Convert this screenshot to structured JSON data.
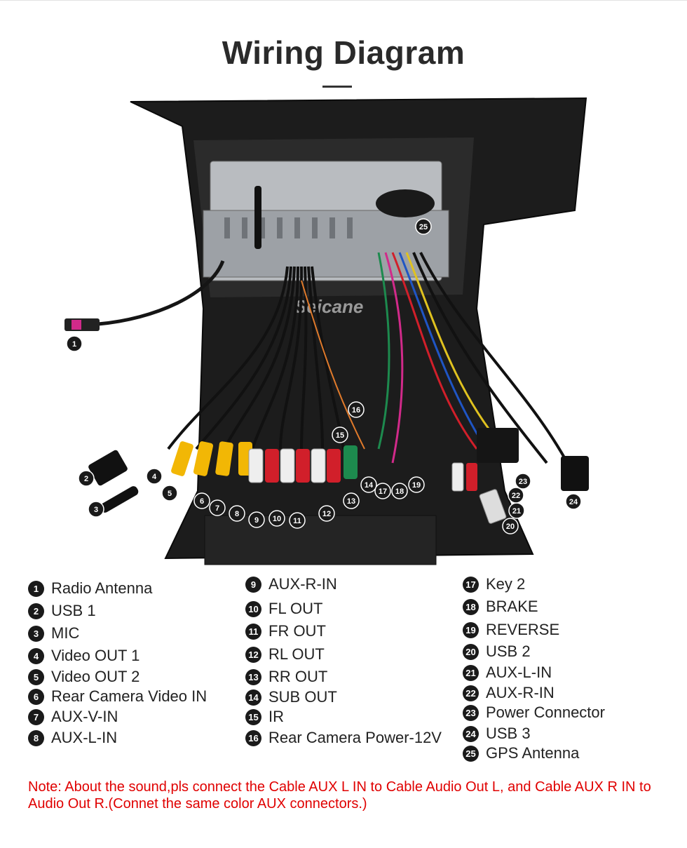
{
  "title": "Wiring Diagram",
  "watermark": "Seicane",
  "legend": {
    "col1": [
      {
        "num": "1",
        "label": "Radio Antenna"
      },
      {
        "num": "2",
        "label": "USB 1"
      },
      {
        "num": "3",
        "label": "MIC"
      },
      {
        "num": "4",
        "label": "Video OUT 1"
      },
      {
        "num": "5",
        "label": "Video OUT 2"
      },
      {
        "num": "6",
        "label": "Rear Camera Video IN"
      },
      {
        "num": "7",
        "label": "AUX-V-IN"
      },
      {
        "num": "8",
        "label": "AUX-L-IN"
      }
    ],
    "col2": [
      {
        "num": "9",
        "label": "AUX-R-IN"
      },
      {
        "num": "10",
        "label": "FL OUT"
      },
      {
        "num": "11",
        "label": "FR OUT"
      },
      {
        "num": "12",
        "label": "RL OUT"
      },
      {
        "num": "13",
        "label": "RR OUT"
      },
      {
        "num": "14",
        "label": "SUB OUT"
      },
      {
        "num": "15",
        "label": "IR"
      },
      {
        "num": "16",
        "label": "Rear Camera Power-12V"
      }
    ],
    "col3": [
      {
        "num": "17",
        "label": "Key 2"
      },
      {
        "num": "18",
        "label": "BRAKE"
      },
      {
        "num": "19",
        "label": "REVERSE"
      },
      {
        "num": "20",
        "label": "USB 2"
      },
      {
        "num": "21",
        "label": "AUX-L-IN"
      },
      {
        "num": "22",
        "label": "AUX-R-IN"
      },
      {
        "num": "23",
        "label": "Power Connector"
      },
      {
        "num": "24",
        "label": "USB 3"
      },
      {
        "num": "25",
        "label": "GPS Antenna"
      }
    ]
  },
  "callouts": [
    "1",
    "2",
    "3",
    "4",
    "5",
    "6",
    "7",
    "8",
    "9",
    "10",
    "11",
    "12",
    "13",
    "14",
    "15",
    "16",
    "17",
    "18",
    "19",
    "20",
    "21",
    "22",
    "23",
    "24",
    "25"
  ],
  "note": "Note: About the sound,pls connect the Cable AUX L IN to Cable Audio Out L, and Cable AUX R IN to  Audio Out R.(Connet the same color AUX connectors.)",
  "colors": {
    "accent_note": "#e00000",
    "badge": "#1a1a1a",
    "rca_yellow": "#f2b705",
    "rca_red": "#d11f2a",
    "rca_white": "#eeeeee",
    "rca_green": "#1d8a4e"
  }
}
